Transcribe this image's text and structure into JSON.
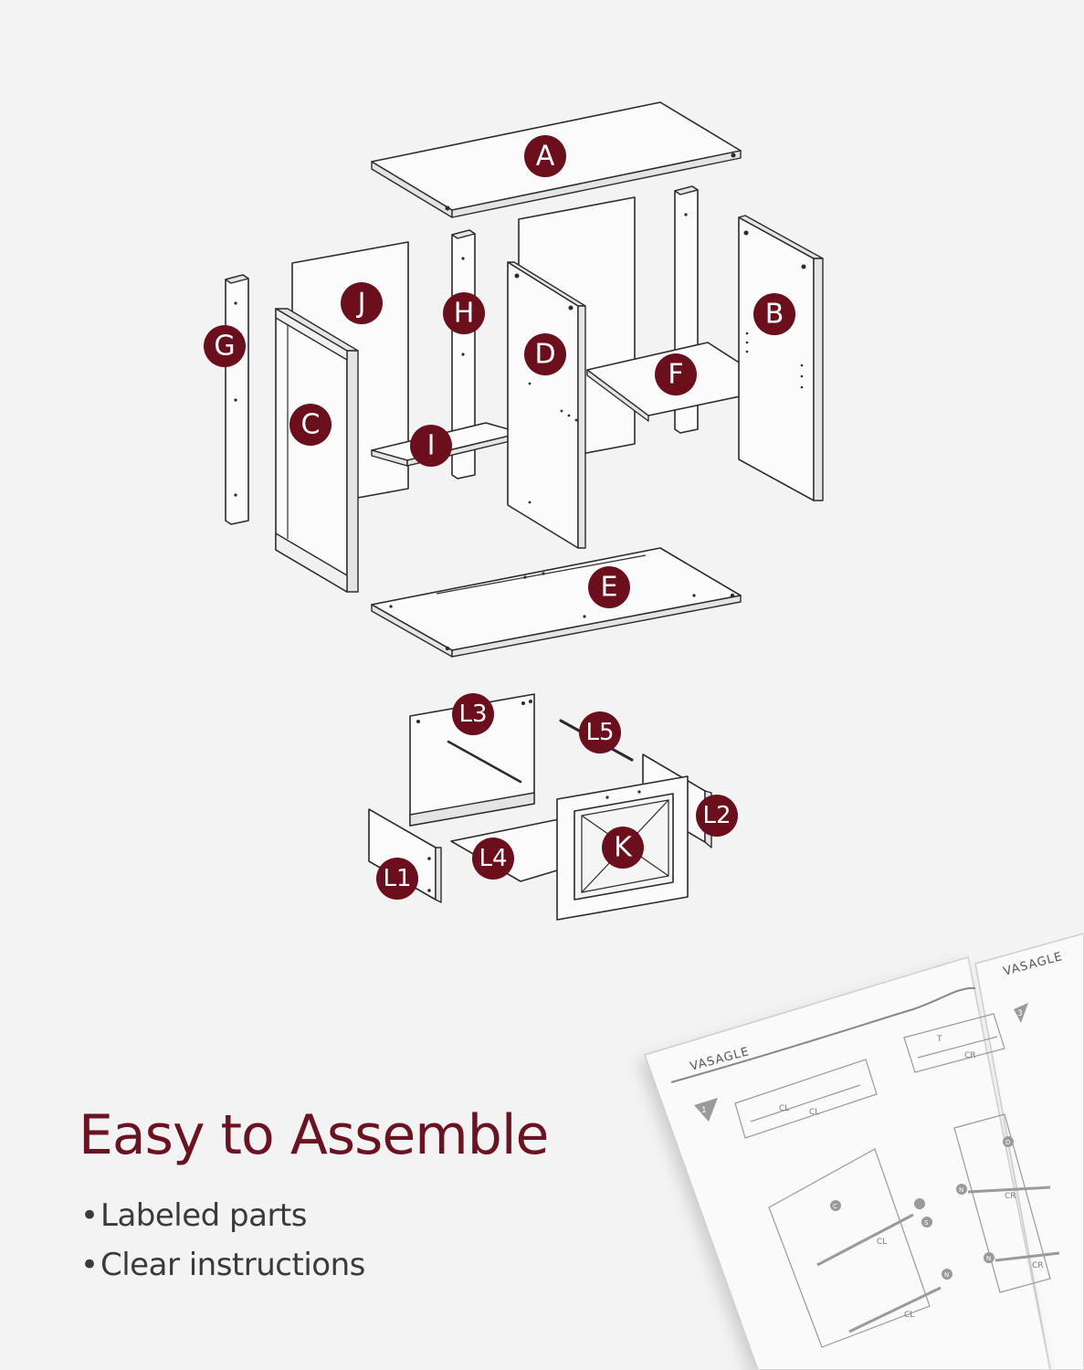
{
  "diagram": {
    "part_labels": {
      "A": "A",
      "B": "B",
      "C": "C",
      "D": "D",
      "E": "E",
      "F": "F",
      "G": "G",
      "H": "H",
      "I": "I",
      "J": "J",
      "K": "K",
      "L1": "L1",
      "L2": "L2",
      "L3": "L3",
      "L4": "L4",
      "L5": "L5"
    },
    "accent_color": "#6b0f1c"
  },
  "headline": "Easy to Assemble",
  "bullets": [
    "Labeled parts",
    "Clear instructions"
  ],
  "booklet": {
    "brand": "VASAGLE",
    "brand_right": "VASAGLE",
    "step_left": "1",
    "step_right": "3",
    "marks": {
      "cl": "CL",
      "cr": "CR",
      "c": "C",
      "d": "D",
      "n": "N",
      "s": "S",
      "t": "T"
    }
  }
}
